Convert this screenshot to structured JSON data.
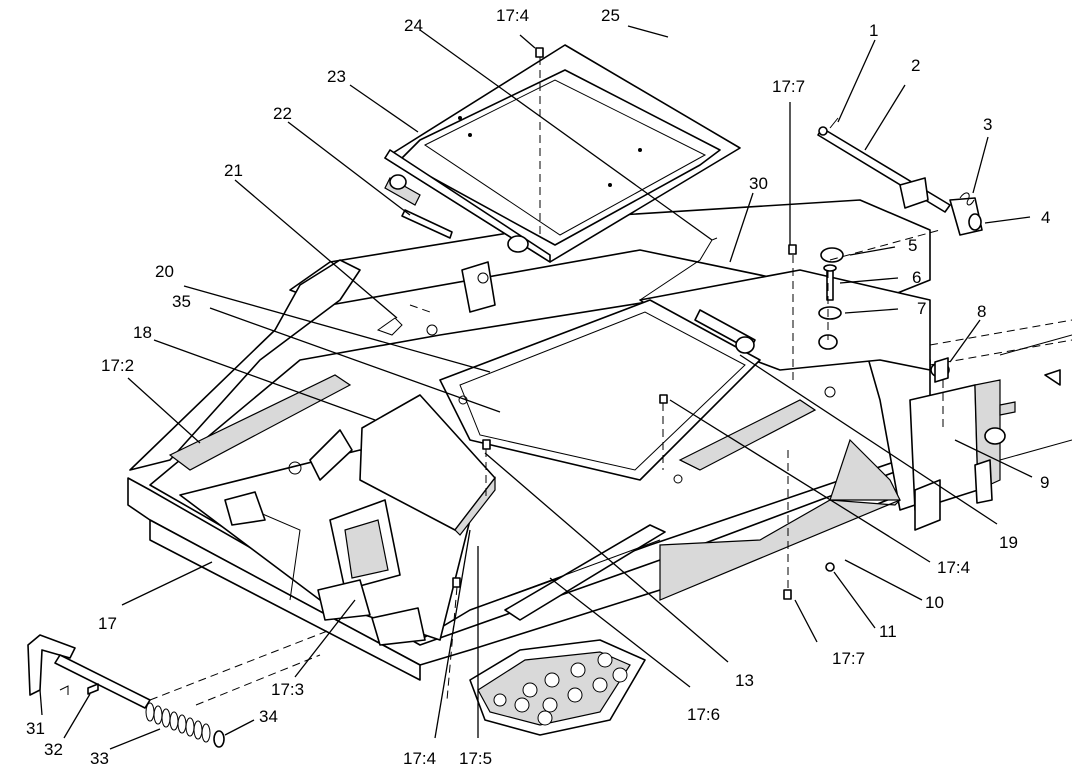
{
  "callouts": {
    "c1": "1",
    "c2": "2",
    "c3": "3",
    "c4": "4",
    "c5": "5",
    "c6": "6",
    "c7": "7",
    "c8": "8",
    "c9": "9",
    "c10": "10",
    "c11": "11",
    "c13": "13",
    "c17": "17",
    "c18": "18",
    "c19": "19",
    "c20": "20",
    "c21": "21",
    "c22": "22",
    "c23": "23",
    "c24": "24",
    "c25": "25",
    "c30": "30",
    "c31": "31",
    "c32": "32",
    "c33": "33",
    "c34": "34",
    "c35": "35",
    "c17_2": "17:2",
    "c17_3": "17:3",
    "c17_4_top": "17:4",
    "c17_4_right": "17:4",
    "c17_4_bottom": "17:4",
    "c17_5": "17:5",
    "c17_6": "17:6",
    "c17_7_top": "17:7",
    "c17_7_bottom": "17:7"
  }
}
